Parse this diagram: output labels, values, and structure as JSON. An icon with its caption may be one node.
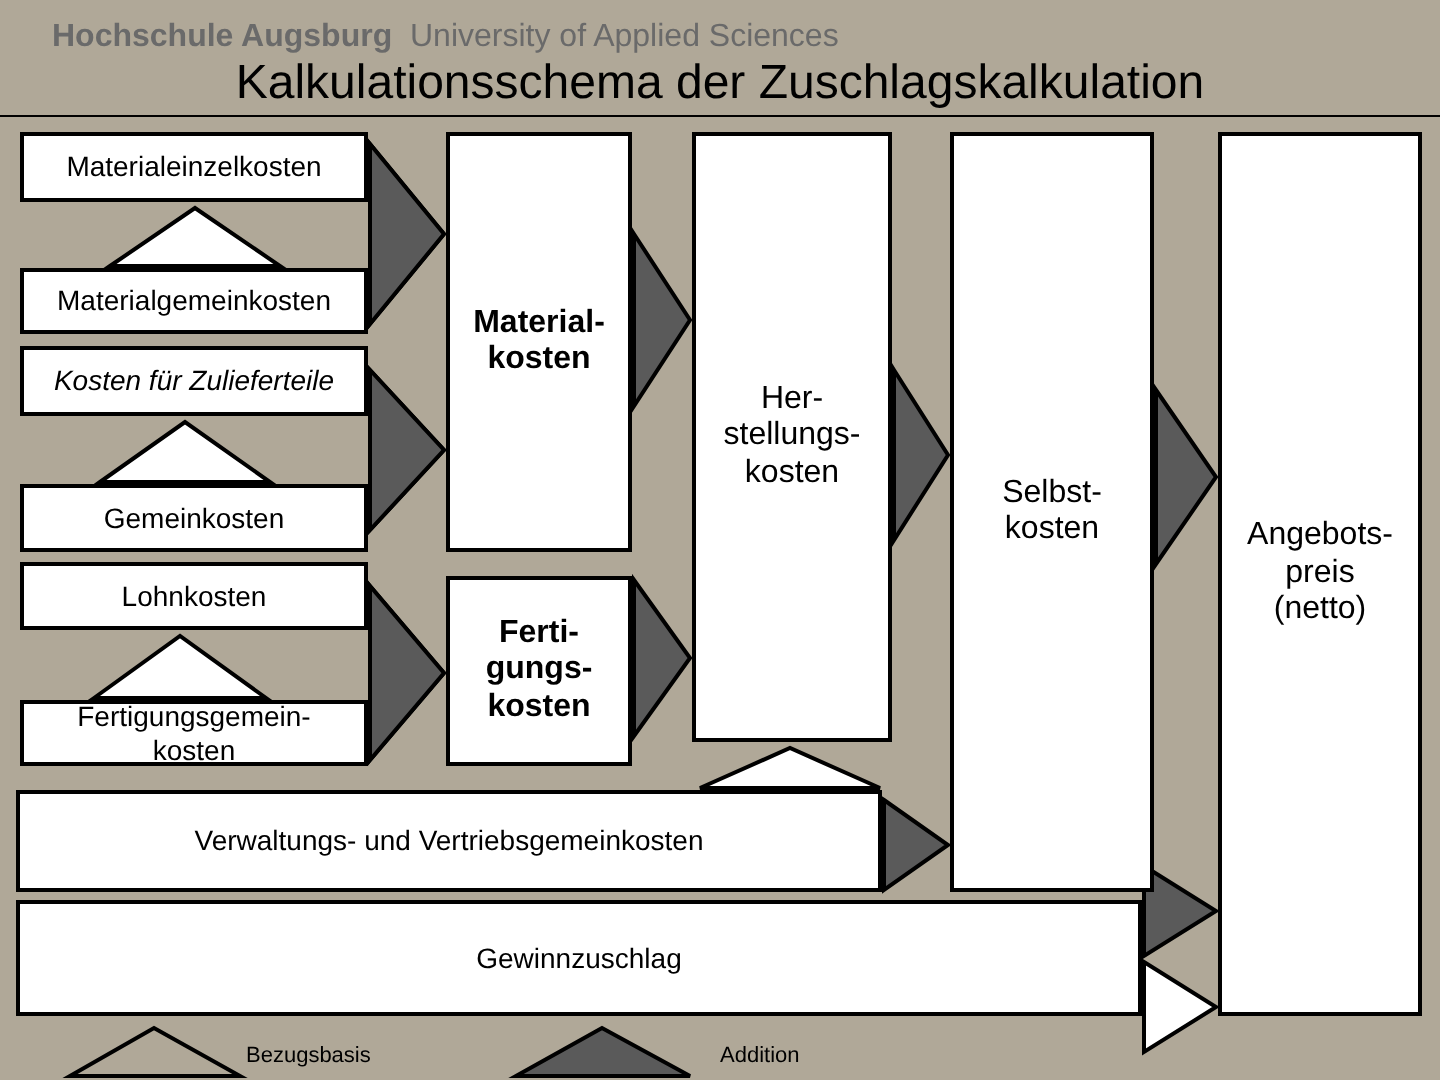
{
  "diagram": {
    "title": "Kalkulationsschema der Zuschlagskalkulation",
    "nodes": [
      {
        "text": [
          "Materialeinzelkosten"
        ]
      },
      {
        "text": [
          "Materialgemeinkosten"
        ]
      },
      {
        "text": [
          "Kosten für Zulieferteile"
        ]
      },
      {
        "text": [
          "Gemeinkosten"
        ]
      },
      {
        "text": [
          "Lohnkosten"
        ]
      },
      {
        "text": [
          "Fertigungsgemein- kosten"
        ]
      },
      {
        "text": [
          "Material- kosten"
        ]
      },
      {
        "text": [
          "Ferti- gungs- kosten"
        ]
      },
      {
        "text": [
          "Her- stellungs- kosten"
        ]
      },
      {
        "text": [
          "Verwaltungs- und Vertriebsgemeinkosten"
        ]
      },
      {
        "text": [
          "Selbst- kosten"
        ]
      },
      {
        "text": [
          "Gewinnzuschlag"
        ]
      },
      {
        "text": [
          "Angebots- preis (netto)"
        ]
      }
    ],
    "edges": [
      {
        "from": 1,
        "to": 0,
        "arrow": "to",
        "color": "#ffffff"
      },
      {
        "from": 0,
        "to": 6,
        "arrow": "to"
      },
      {
        "from": 1,
        "to": 6,
        "arrow": "to"
      },
      {
        "from": 3,
        "to": 2,
        "arrow": "to",
        "color": "#ffffff"
      },
      {
        "from": 2,
        "to": 6,
        "arrow": "to"
      },
      {
        "from": 3,
        "to": 6,
        "arrow": "to"
      },
      {
        "from": 5,
        "to": 4,
        "arrow": "to",
        "color": "#ffffff"
      },
      {
        "from": 4,
        "to": 7,
        "arrow": "to"
      },
      {
        "from": 5,
        "to": 7,
        "arrow": "to"
      },
      {
        "from": 6,
        "to": 8,
        "arrow": "to"
      },
      {
        "from": 7,
        "to": 8,
        "arrow": "to"
      },
      {
        "from": 8,
        "to": 10,
        "arrow": "to"
      },
      {
        "from": 9,
        "to": 8,
        "arrow": "to",
        "color": "#ffffff"
      },
      {
        "from": 9,
        "to": 10,
        "arrow": "to"
      },
      {
        "from": 10,
        "to": 12,
        "arrow": "to"
      },
      {
        "from": 11,
        "to": 12,
        "arrow": "to"
      },
      {
        "from": 11,
        "to": 12,
        "arrow": "to",
        "color": "#ffffff"
      }
    ],
    "labels": [
      "Hochschule Augsburg",
      "University of Applied Sciences"
    ],
    "legend": [
      {
        "text": "Bezugsbasis"
      },
      {
        "text": "Addition"
      }
    ]
  }
}
